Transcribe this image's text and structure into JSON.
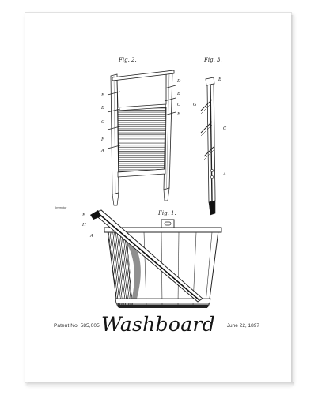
{
  "print": {
    "title": "Washboard",
    "patent_number": "Patent No. 585,005",
    "patent_date": "June 22, 1897"
  },
  "figures": {
    "fig2_label": "Fig. 2.",
    "fig3_label": "Fig. 3.",
    "fig1_label": "Fig. 1.",
    "fig1_caption": "Inventor"
  },
  "part_labels": {
    "a": "A",
    "b": "B",
    "c": "C",
    "d": "D",
    "e": "E",
    "f": "F",
    "g": "G",
    "h": "H"
  },
  "colors": {
    "ink": "#1a1a1a",
    "paper": "#ffffff",
    "frame_shadow": "#cfcfcf"
  }
}
